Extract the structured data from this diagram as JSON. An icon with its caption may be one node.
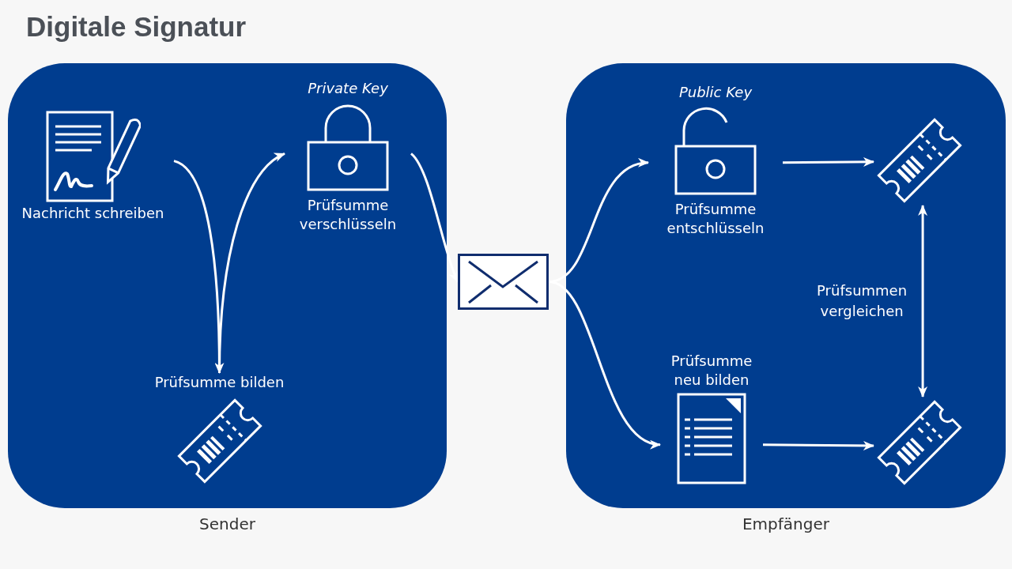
{
  "diagram": {
    "title": "Digitale Signatur",
    "nodes": [
      {
        "text": [
          "Sender"
        ]
      },
      {
        "text": [
          "Empfänger"
        ]
      },
      {
        "text": [
          "Nachricht schreiben"
        ],
        "in": 0
      },
      {
        "text": [
          "Private Key",
          "Prüfsumme verschlüsseln"
        ],
        "in": 0
      },
      {
        "text": [
          "Prüfsumme bilden"
        ],
        "in": 0
      },
      {
        "text": [],
        "shape": "envelope"
      },
      {
        "text": [
          "Public Key",
          "Prüfsumme entschlüsseln"
        ],
        "in": 1
      },
      {
        "text": [],
        "shape": "ticket",
        "in": 1
      },
      {
        "text": [
          "Prüfsumme neu bilden"
        ],
        "in": 1
      },
      {
        "text": [],
        "shape": "ticket",
        "in": 1
      }
    ],
    "edges": [
      {
        "from": 2,
        "to": 4,
        "arrow": "to"
      },
      {
        "from": 4,
        "to": 3,
        "arrow": "to"
      },
      {
        "from": 3,
        "to": 5,
        "arrow": "to"
      },
      {
        "from": 5,
        "to": 6,
        "arrow": "to"
      },
      {
        "from": 5,
        "to": 8,
        "arrow": "to"
      },
      {
        "from": 6,
        "to": 7,
        "arrow": "to"
      },
      {
        "from": 8,
        "to": 9,
        "arrow": "to"
      },
      {
        "from": 7,
        "to": 9,
        "arrow": "both",
        "label": "Prüfsummen vergleichen"
      }
    ]
  }
}
